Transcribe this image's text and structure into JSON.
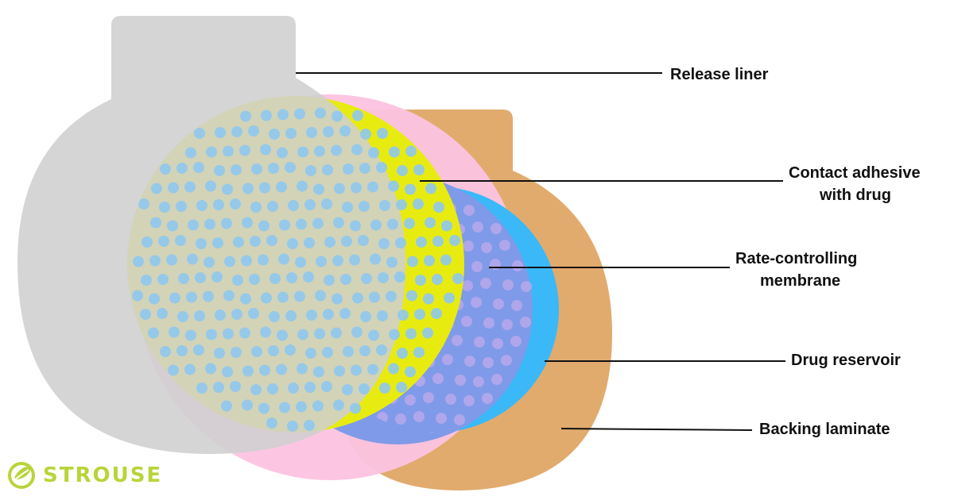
{
  "labels": {
    "release_liner": "Release liner",
    "contact_adhesive_line1": "Contact adhesive",
    "contact_adhesive_line2": "with drug",
    "rate_membrane_line1": "Rate-controlling",
    "rate_membrane_line2": "membrane",
    "drug_reservoir": "Drug reservoir",
    "backing_laminate": "Backing laminate"
  },
  "brand": {
    "name": "STROUSE",
    "color": "#b8d43a"
  },
  "colors": {
    "release_liner": "#d3d3d3",
    "contact_adhesive": "#e8eb10",
    "rate_membrane": "#7f9ae8",
    "drug_reservoir": "#3bb8f7",
    "backing_laminate": "#e1ab6e",
    "pink_layer": "#fcc3e2",
    "drug_particle": "#8fc8ee"
  }
}
